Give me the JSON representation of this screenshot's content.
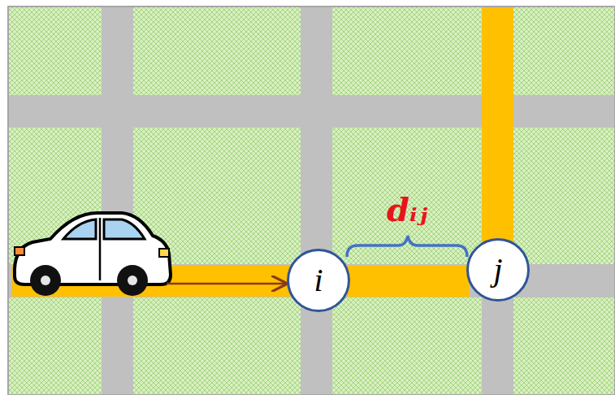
{
  "diagram": {
    "nodes": [
      {
        "text": [
          "i"
        ]
      },
      {
        "text": [
          "j"
        ]
      }
    ],
    "edges": [
      {
        "from": 0,
        "to": 1,
        "arrow": "none"
      }
    ],
    "labels": [
      "dᵢⱼ"
    ]
  }
}
